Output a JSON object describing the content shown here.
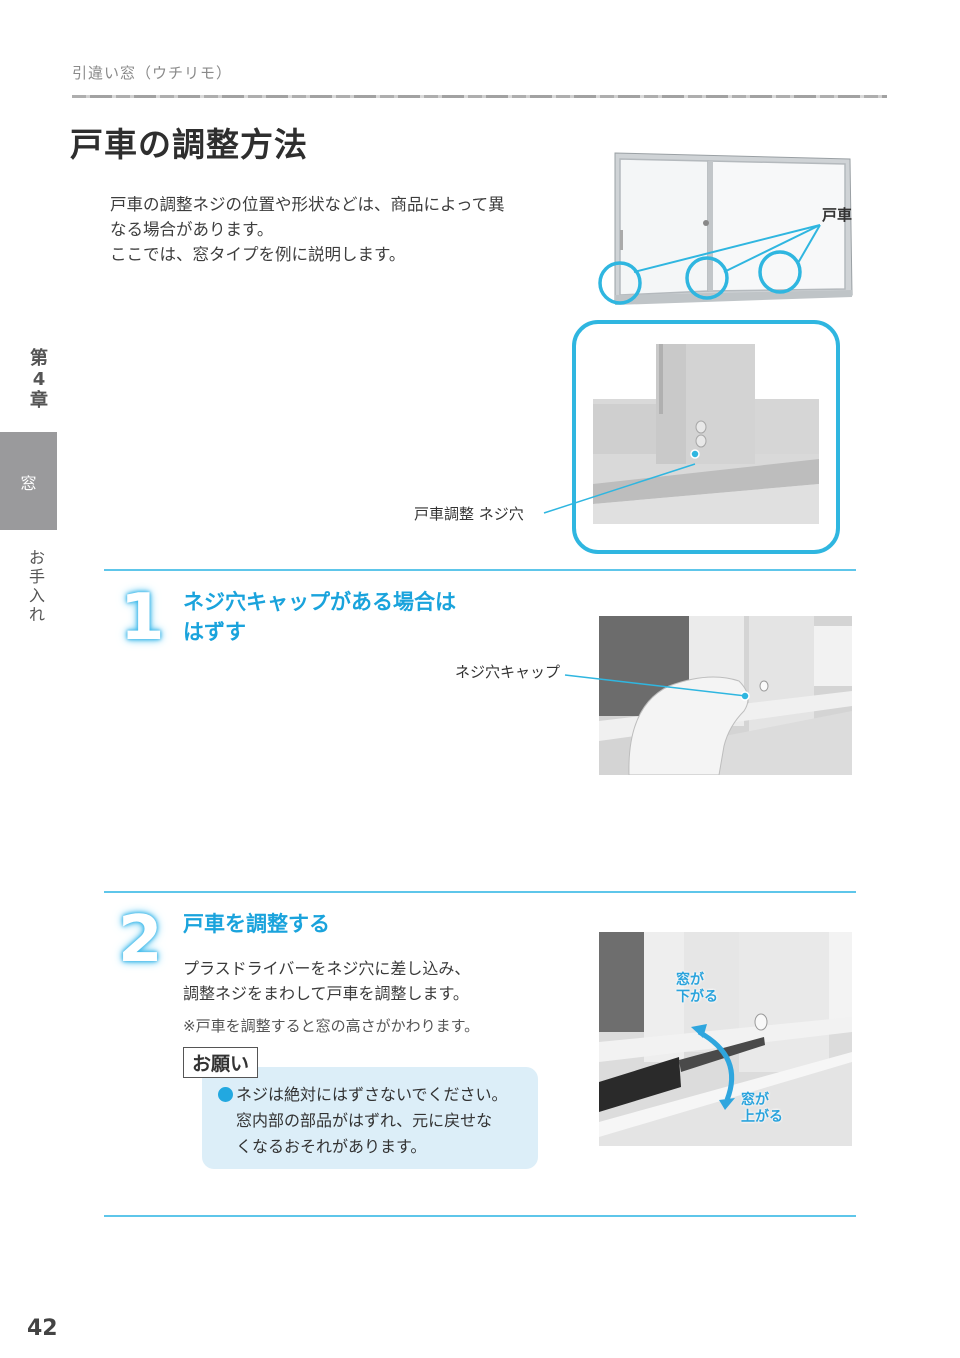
{
  "header": {
    "breadcrumb": "引違い窓（ウチリモ）",
    "page_title": "戸車の調整方法"
  },
  "intro": {
    "lines": [
      "戸車の調整ネジの位置や形状などは、商品によって異",
      "なる場合があります。",
      "ここでは、窓タイプを例に説明します。"
    ]
  },
  "side_nav": {
    "chapter_prefix": "第",
    "chapter_number": "4",
    "chapter_suffix": "章",
    "active_tab": "窓",
    "section_label": "お手入れ"
  },
  "illustrations": {
    "window_callout_label": "戸車",
    "detail_callout_label": "戸車調整 ネジ穴"
  },
  "steps": [
    {
      "number": "1",
      "title_lines": [
        "ネジ穴キャップがある場合は",
        "はずす"
      ],
      "photo_callout_label": "ネジ穴キャップ"
    },
    {
      "number": "2",
      "title": "戸車を調整する",
      "text_lines": [
        "プラスドライバーをネジ穴に差し込み、",
        "調整ネジをまわして戸車を調整します。"
      ],
      "note": "※戸車を調整すると窓の高さがかわります。",
      "photo_label_down": [
        "窓が",
        "下がる"
      ],
      "photo_label_up": [
        "窓が",
        "上がる"
      ],
      "caution": {
        "heading": "お願い",
        "lines": [
          "ネジは絶対にはずさないでください。",
          "窓内部の部品がはずれ、元に戻せな",
          "くなるおそれがあります。"
        ]
      }
    }
  ],
  "footer": {
    "page_number": "42"
  },
  "colors": {
    "accent_blue": "#2fb6e0",
    "title_blue": "#1aa3dc",
    "caution_bg": "#dceef8",
    "side_tab_gray": "#9a9a9c"
  }
}
